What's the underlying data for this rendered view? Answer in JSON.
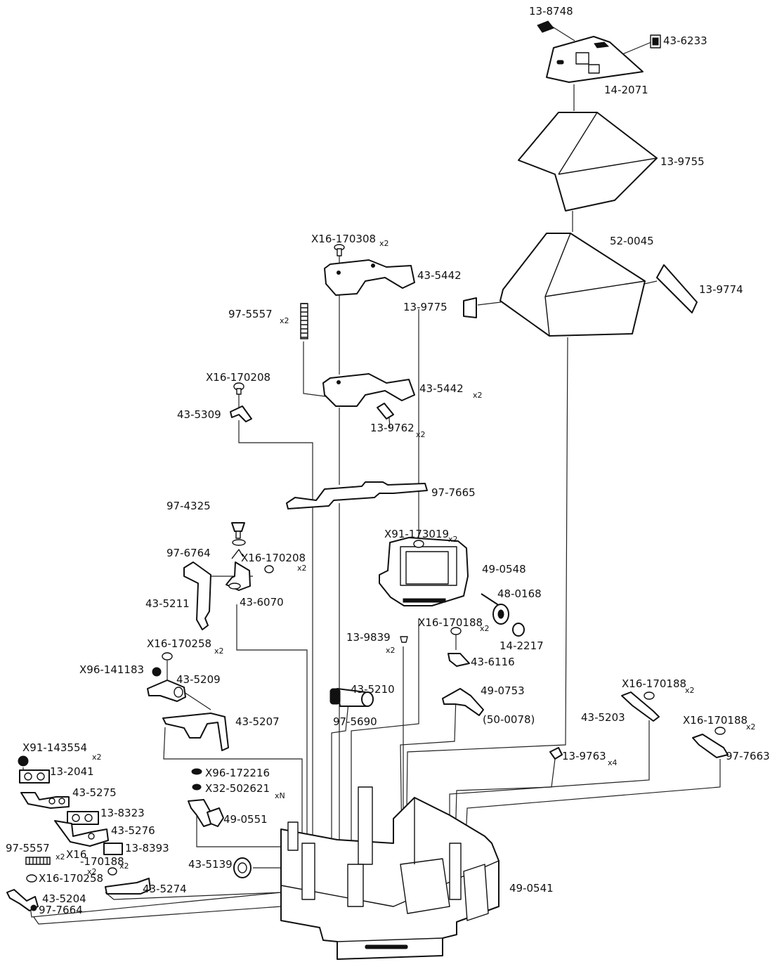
{
  "parts": {
    "p13_8748": "13-8748",
    "p43_6233": "43-6233",
    "p14_2071": "14-2071",
    "p13_9755": "13-9755",
    "p52_0045": "52-0045",
    "p13_9774": "13-9774",
    "p13_9775": "13-9775",
    "px16_170308": "X16-170308",
    "p43_5442a": "43-5442",
    "p97_5557a": "97-5557",
    "px16_170208a": "X16-170208",
    "p43_5442b": "43-5442",
    "p43_5309": "43-5309",
    "p13_9762": "13-9762",
    "p97_7665": "97-7665",
    "p97_4325": "97-4325",
    "p97_6764": "97-6764",
    "px16_170208b": "X16-170208",
    "p43_5211": "43-5211",
    "p43_6070": "43-6070",
    "px91_173019": "X91-173019",
    "p49_0548": "49-0548",
    "p48_0168": "48-0168",
    "px16_170188a": "X16-170188",
    "p14_2217": "14-2217",
    "p13_9839": "13-9839",
    "p43_6116": "43-6116",
    "px16_170258a": "X16-170258",
    "px96_141183": "X96-141183",
    "p43_5209": "43-5209",
    "p43_5210": "43-5210",
    "p49_0753": "49-0753",
    "p50_0078": "(50-0078)",
    "p43_5207": "43-5207",
    "p97_5690": "97-5690",
    "px16_170188b": "X16-170188",
    "p43_5203": "43-5203",
    "px16_170188c": "X16-170188",
    "p97_7663": "97-7663",
    "px91_143554": "X91-143554",
    "p13_2041": "13-2041",
    "p13_9763": "13-9763",
    "px96_172216": "X96-172216",
    "p43_5275": "43-5275",
    "px32_502621": "X32-502621",
    "p13_8323": "13-8323",
    "p49_0551": "49-0551",
    "p43_5276": "43-5276",
    "p13_8393": "13-8393",
    "p97_5557b": "97-5557",
    "px16_170188d_1": "X16",
    "px16_170188d_2": "-170188",
    "p43_5139": "43-5139",
    "px16_170258b": "X16-170258",
    "p43_5274": "43-5274",
    "p43_5204": "43-5204",
    "p97_7664": "97-7664",
    "p49_0541": "49-0541"
  },
  "quantities": {
    "x2": "x2",
    "x4": "x4",
    "xN": "xN"
  }
}
